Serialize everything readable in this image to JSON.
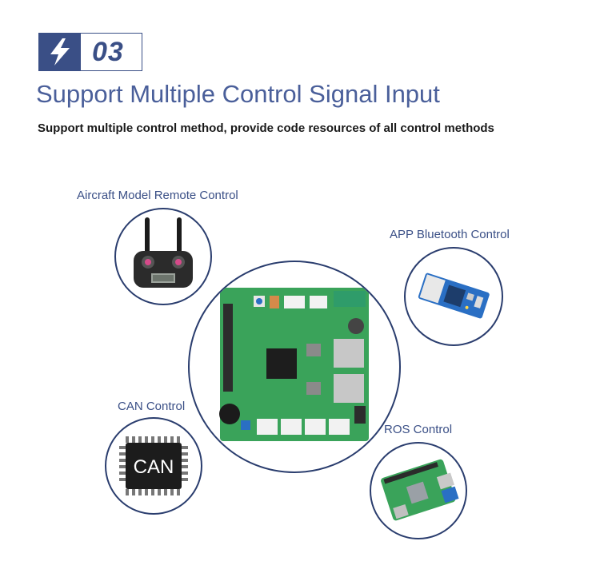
{
  "header": {
    "badge_number": "03",
    "badge_icon": "lightning-bolt-icon",
    "title": "Support Multiple Control Signal Input",
    "subtitle": "Support multiple control method, provide code resources of all control methods"
  },
  "methods": {
    "rc": {
      "label": "Aircraft Model Remote Control",
      "icon": "remote-controller"
    },
    "bluetooth": {
      "label": "APP Bluetooth Control",
      "icon": "bluetooth-module"
    },
    "can": {
      "label": "CAN Control",
      "chip_text": "CAN",
      "icon": "can-chip"
    },
    "ros": {
      "label": "ROS Control",
      "icon": "raspberry-pi-board"
    }
  },
  "center": {
    "icon": "control-board"
  },
  "colors": {
    "accent": "#3a4f86",
    "title": "#4a5f9a",
    "circle_border": "#2a3d6e",
    "pcb_green": "#3aa35a"
  }
}
